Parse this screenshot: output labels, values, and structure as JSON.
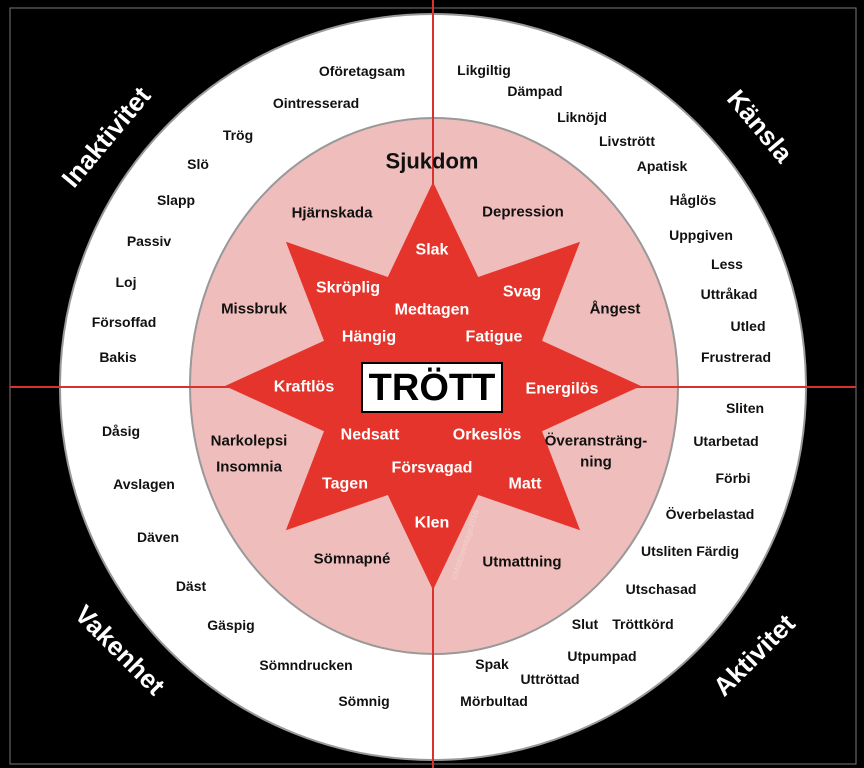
{
  "center": "TRÖTT",
  "ring_title": "Sjukdom",
  "corners": {
    "top_left": "Inaktivitet",
    "top_right": "Känsla",
    "bottom_left": "Vakenhet",
    "bottom_right": "Aktivitet"
  },
  "outer": {
    "top_left": [
      "Oföretagsam",
      "Ointresserad",
      "Trög",
      "Slö",
      "Slapp",
      "Passiv",
      "Loj",
      "Försoffad",
      "Bakis"
    ],
    "top_right": [
      "Likgiltig",
      "Dämpad",
      "Liknöjd",
      "Livstrött",
      "Apatisk",
      "Håglös",
      "Uppgiven",
      "Less",
      "Uttråkad",
      "Utled",
      "Frustrerad"
    ],
    "bottom_right": [
      "Sliten",
      "Utarbetad",
      "Förbi",
      "Överbelastad",
      "Utsliten Färdig",
      "Utschasad",
      "Slut",
      "Tröttkörd",
      "Utpumpad",
      "Spak",
      "Uttröttad",
      "Mörbultad"
    ],
    "bottom_left": [
      "Dåsig",
      "Avslagen",
      "Däven",
      "Däst",
      "Gäspig",
      "Sömndrucken",
      "Sömnig"
    ]
  },
  "ring": [
    "Hjärnskada",
    "Depression",
    "Missbruk",
    "Ångest",
    "Narkolepsi",
    "Insomnia",
    "Överansträng-",
    "ning",
    "Sömnapné",
    "Utmattning"
  ],
  "star": [
    "Slak",
    "Skröplig",
    "Svag",
    "Medtagen",
    "Hängig",
    "Fatigue",
    "Kraftlös",
    "Energilös",
    "Nedsatt",
    "Orkeslös",
    "Försvagad",
    "Tagen",
    "Matt",
    "Klen"
  ],
  "watermark": "©MittEremitage2016",
  "colors": {
    "background": "#000000",
    "outer_circle": "#ffffff",
    "inner_circle": "#efbdbb",
    "star": "#e5342c",
    "axis_lines": "#d9312b"
  }
}
